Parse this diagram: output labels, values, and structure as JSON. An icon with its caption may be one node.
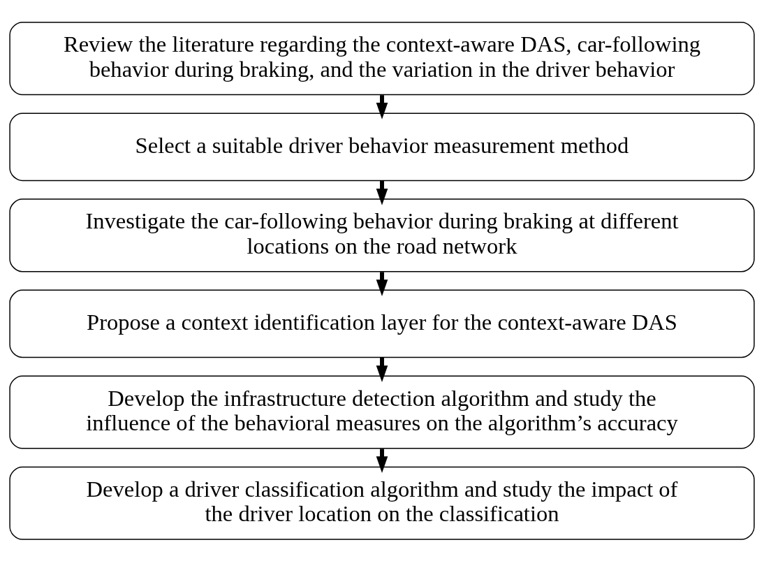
{
  "diagram": {
    "nodes": [
      {
        "text": [
          "Review the literature regarding the context-aware DAS, car-following behavior during braking, and the variation in the driver behavior"
        ]
      },
      {
        "text": [
          "Select a suitable driver behavior measurement method"
        ]
      },
      {
        "text": [
          "Investigate the car-following behavior during braking at different locations on the road network"
        ]
      },
      {
        "text": [
          "Propose a context identification layer for the context-aware DAS"
        ]
      },
      {
        "text": [
          "Develop the infrastructure detection algorithm and study the influence of the behavioral measures on the algorithm’s accuracy"
        ]
      },
      {
        "text": [
          "Develop a driver classification algorithm and study the impact of the driver location on the classification"
        ]
      }
    ],
    "edges": [
      {
        "from": 0,
        "to": 1,
        "arrow": "to"
      },
      {
        "from": 1,
        "to": 2,
        "arrow": "to"
      },
      {
        "from": 2,
        "to": 3,
        "arrow": "to"
      },
      {
        "from": 3,
        "to": 4,
        "arrow": "to"
      },
      {
        "from": 4,
        "to": 5,
        "arrow": "to"
      }
    ]
  }
}
